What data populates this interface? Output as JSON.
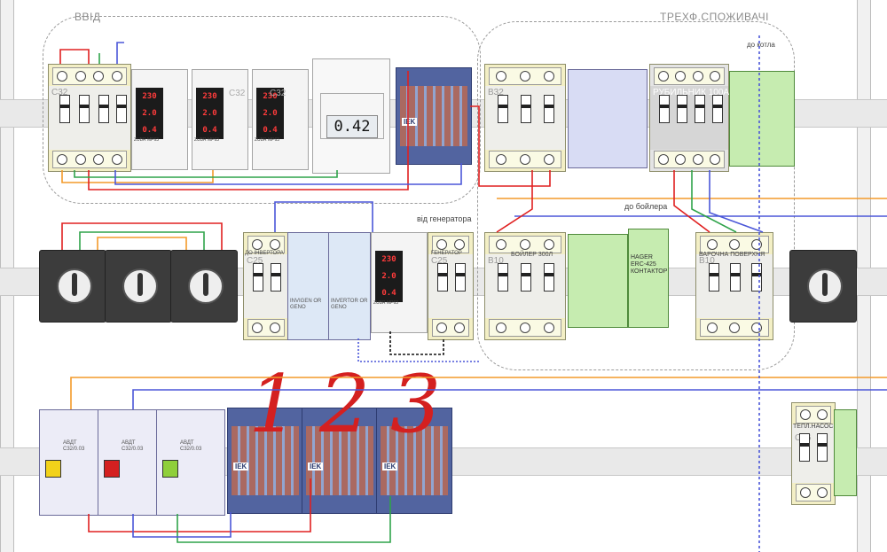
{
  "regions": {
    "input": "ВВІД",
    "three_phase": "ТРЕХФ.СПОЖИВАЧІ"
  },
  "row1": {
    "breaker_c32_left": "C32",
    "meters": [
      {
        "lines": [
          "230",
          "2.0",
          "0.4"
        ],
        "caption": "ZUBR MP63"
      },
      {
        "lines": [
          "230",
          "2.0",
          "0.4"
        ],
        "caption": "ZUBR MP63"
      },
      {
        "lines": [
          "230",
          "2.0",
          "0.4"
        ],
        "caption": "ZUBR MP63"
      }
    ],
    "meter_mid_labels": [
      "C32",
      "C32"
    ],
    "energy_meter_value": "0.42",
    "breaker_b32": "B32",
    "breaker_rubilnik": "РУБИЛЬНИК 100А",
    "to_boiler_room": "до котла"
  },
  "row2": {
    "inverter_breaker": "C25",
    "inverter_breaker_label": "ДО ІНВЕРТОРА",
    "from_generator": "від генератора",
    "generator_breaker": "C25",
    "generator_label": "ГЕНЕРАТОР",
    "invigen": "INVIGEN OR GENO",
    "inverter": "INVERTOR OR GENO",
    "meter": {
      "lines": [
        "230",
        "2.0",
        "0.4"
      ],
      "caption": "ZUBR MP63"
    },
    "boiler_breaker": "B10",
    "boiler_label": "БОЙЛЕР 300Л",
    "to_boiler": "до бойлера",
    "contactor": "HAGER ERC-425 КОНТАКТОР",
    "cooktop_breaker": "B10",
    "cooktop_label": "ВАРОЧНА ПОВЕРХНЯ"
  },
  "row3": {
    "rcds": [
      {
        "line1": "АВДТ",
        "line2": "C32/0.03",
        "indicator": "#f2d21a"
      },
      {
        "line1": "АВДТ",
        "line2": "C32/0.03",
        "indicator": "#d42020"
      },
      {
        "line1": "АВДТ",
        "line2": "C32/0.03",
        "indicator": "#8fcf3a"
      }
    ],
    "handwritten": [
      "1",
      "2",
      "3"
    ],
    "pump_label": "ТЕПЛ.НАСОС",
    "pump_breaker": "C16"
  },
  "colors": {
    "wire_red": "#e02020",
    "wire_blue": "#4b57d8",
    "wire_green": "#2fa34a",
    "wire_orange": "#f49a2a",
    "wire_black": "#111111"
  }
}
